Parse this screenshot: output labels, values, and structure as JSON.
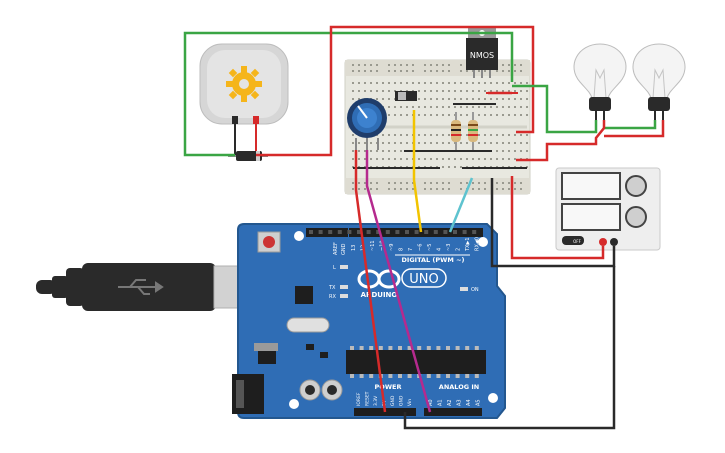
{
  "colors": {
    "board": "#2f6db5",
    "board_dark": "#23578f",
    "wire_red": "#d62a2a",
    "wire_green": "#3aa544",
    "wire_black": "#2a2a2a",
    "wire_yellow": "#f2c400",
    "wire_cyan": "#5ec3cf",
    "wire_magenta": "#b52a8e",
    "breadboard": "#e8e8e0"
  },
  "components": {
    "motor": {
      "icon": "gear-icon"
    },
    "mosfet": {
      "label": "NMOS"
    },
    "arduino": {
      "brand": "ARDUINO",
      "model": "UNO",
      "digital_label": "DIGITAL (PWM ~)",
      "power_label": "POWER",
      "analog_label": "ANALOG IN",
      "on_label": "ON",
      "led_l": "L",
      "led_tx": "TX",
      "led_rx": "RX",
      "aref": "AREF",
      "gnd": "GND",
      "digital_pins": [
        "13",
        "12",
        "~11",
        "~10",
        "~9",
        "8",
        "7",
        "~6",
        "~5",
        "4",
        "~3",
        "2",
        "TX▶1",
        "RX◀0"
      ],
      "power_pins": [
        "IOREF",
        "RESET",
        "3.3V",
        "5V",
        "GND",
        "GND",
        "Vin"
      ],
      "analog_pins": [
        "A0",
        "A1",
        "A2",
        "A3",
        "A4",
        "A5"
      ]
    },
    "power_supply": {
      "switch_label": "OFF"
    }
  }
}
